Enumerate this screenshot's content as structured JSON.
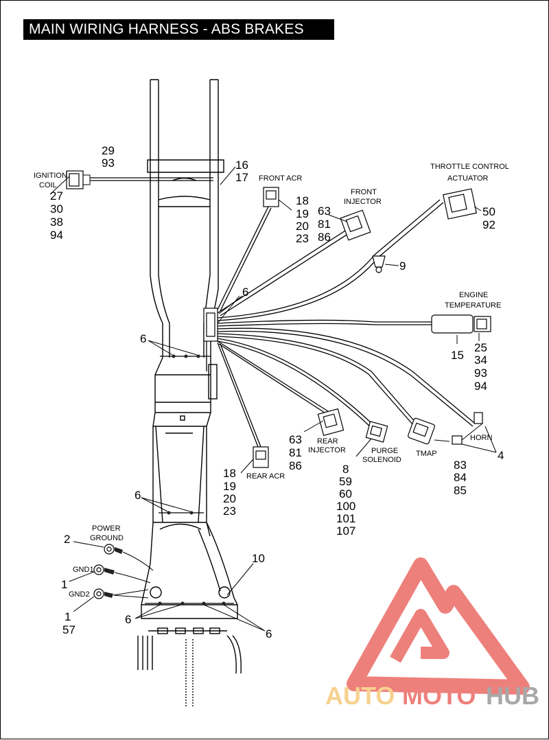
{
  "title": "MAIN WIRING HARNESS - ABS BRAKES",
  "colors": {
    "logo_red": "#e8564f",
    "logo_orange": "#f5c26b",
    "logo_gray": "#8c8c8c",
    "title_bg": "#000000"
  },
  "labels": {
    "ignition_coil_line1": "IGNITION",
    "ignition_coil_line2": "COIL",
    "front_acr": "FRONT ACR",
    "front_injector_line1": "FRONT",
    "front_injector_line2": "INJECTOR",
    "throttle_line1": "THROTTLE CONTROL",
    "throttle_line2": "ACTUATOR",
    "engine_temp_line1": "ENGINE",
    "engine_temp_line2": "TEMPERATURE",
    "horn": "HORN",
    "tmap": "TMAP",
    "purge_line1": "PURGE",
    "purge_line2": "SOLENOID",
    "rear_injector_line1": "REAR",
    "rear_injector_line2": "INJECTOR",
    "rear_acr": "REAR ACR",
    "power_ground_line1": "POWER",
    "power_ground_line2": "GROUND",
    "gnd1": "GND1",
    "gnd2": "GND2"
  },
  "callouts": {
    "ign_top": [
      "29",
      "93"
    ],
    "ign_bottom": [
      "27",
      "30",
      "38",
      "94"
    ],
    "c16_17": [
      "16",
      "17"
    ],
    "front_acr": [
      "18",
      "19",
      "20",
      "23"
    ],
    "front_injector": [
      "63",
      "81",
      "86"
    ],
    "throttle": [
      "50",
      "92"
    ],
    "c9": "9",
    "c6_upper": "6",
    "c6_left": "6",
    "engine_temp_15": "15",
    "engine_temp": [
      "25",
      "34",
      "93",
      "94"
    ],
    "horn_4": "4",
    "tmap": [
      "83",
      "84",
      "85"
    ],
    "purge": [
      "8",
      "59",
      "60",
      "100",
      "101",
      "107"
    ],
    "rear_injector": [
      "63",
      "81",
      "86"
    ],
    "rear_acr": [
      "18",
      "19",
      "20",
      "23"
    ],
    "c6_mid": "6",
    "c2": "2",
    "c1_gnd1": "1",
    "c1_gnd2": [
      "1",
      "57"
    ],
    "c10": "10",
    "c6_bottom_left": "6",
    "c6_bottom_right": "6"
  },
  "logo": {
    "part1": "AUTO",
    "part2": "MOTO",
    "part3": "HUB"
  }
}
